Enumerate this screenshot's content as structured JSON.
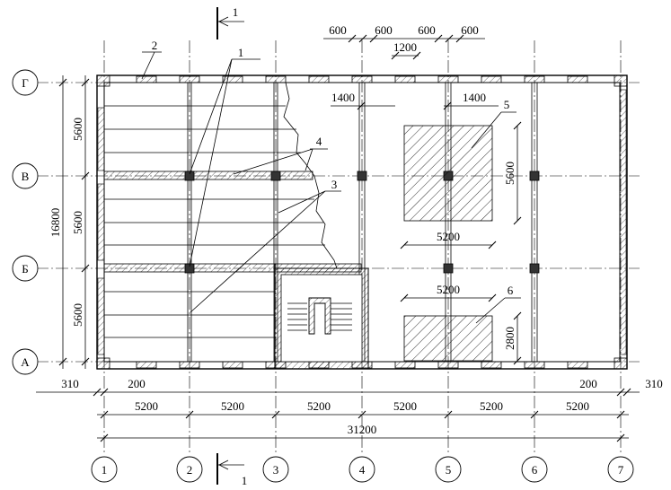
{
  "axes": {
    "columns": [
      "1",
      "2",
      "3",
      "4",
      "5",
      "6",
      "7"
    ],
    "rows": [
      "А",
      "Б",
      "В",
      "Г"
    ]
  },
  "dimensions": {
    "bay": [
      "5200",
      "5200",
      "5200",
      "5200",
      "5200",
      "5200"
    ],
    "total_length": "31200",
    "span": [
      "5600",
      "5600",
      "5600"
    ],
    "total_width": "16800",
    "edge_left_outer": "310",
    "edge_left_inner": "200",
    "edge_right_inner": "200",
    "edge_right_outer": "310",
    "openings_top": [
      "600",
      "600",
      "600",
      "600"
    ],
    "pier_center": "1200",
    "pier_left": "1400",
    "pier_right": "1400",
    "equip5_width": "5200",
    "equip5_height": "5600",
    "equip6_width": "5200",
    "equip6_height": "2800"
  },
  "callouts": {
    "section_top": "1",
    "section_bottom": "1",
    "columns_ref": "1",
    "slab_ref": "2",
    "panel_ref": "3",
    "beam_ref": "4",
    "equip_large_ref": "5",
    "equip_small_ref": "6"
  },
  "stair_symbol": "П"
}
